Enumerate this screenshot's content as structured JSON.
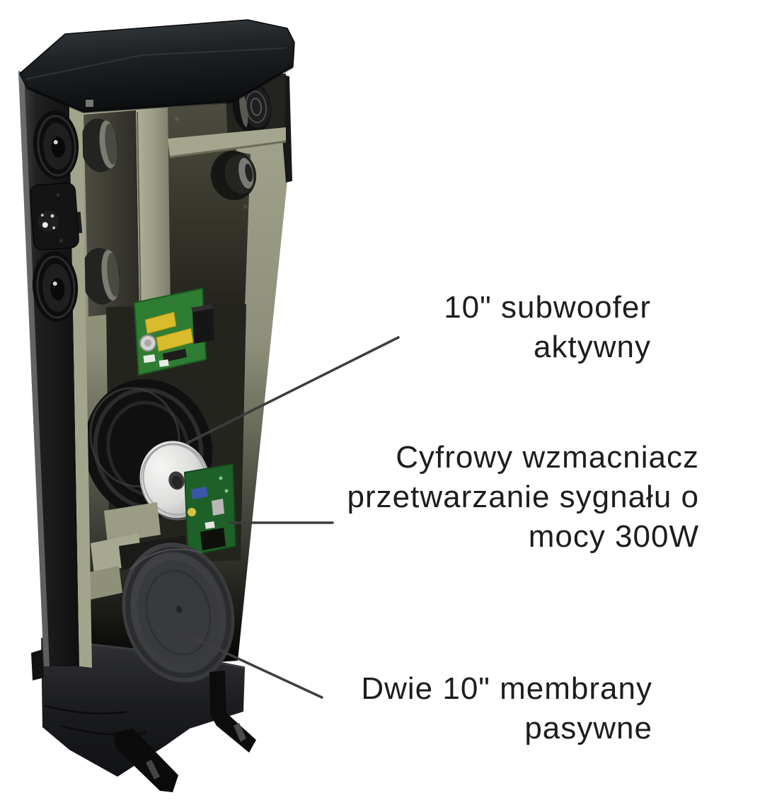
{
  "page": {
    "background_color": "#ffffff"
  },
  "annotations": {
    "subwoofer": {
      "lines": [
        "10\" subwoofer",
        "aktywny"
      ]
    },
    "amplifier": {
      "lines": [
        "Cyfrowy wzmacniacz",
        "przetwarzanie sygnału o",
        "mocy 300W"
      ]
    },
    "passive_membranes": {
      "lines": [
        "Dwie 10\" membrany",
        "pasywne"
      ]
    }
  },
  "illustration": {
    "subject": "tower-speaker-cutaway",
    "colors": {
      "cabinet_black": "#1c1e20",
      "interior_olive": "#8f9078",
      "pcb_green": "#2e7d33",
      "magnet_silver": "#d9d9d7",
      "leader_line": "#3d3d3d",
      "label_text": "#1d1d1d"
    }
  }
}
